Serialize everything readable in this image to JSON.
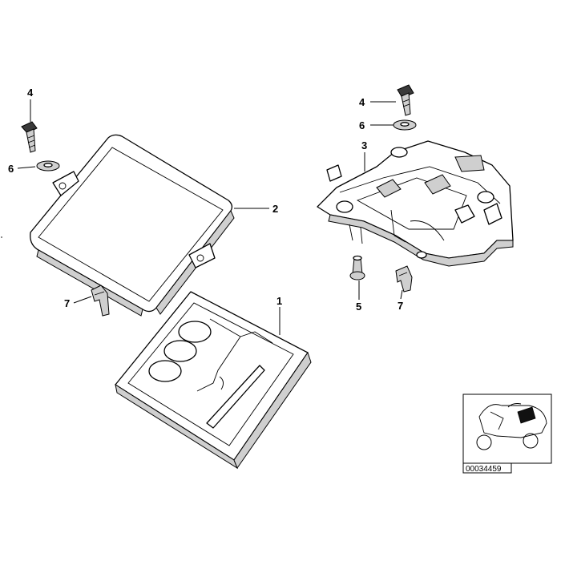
{
  "callouts": [
    {
      "id": "c4a",
      "label": "4"
    },
    {
      "id": "c6a",
      "label": "6"
    },
    {
      "id": "c2",
      "label": "2"
    },
    {
      "id": "c7a",
      "label": "7"
    },
    {
      "id": "c1",
      "label": "1"
    },
    {
      "id": "c4b",
      "label": "4"
    },
    {
      "id": "c6b",
      "label": "6"
    },
    {
      "id": "c3",
      "label": "3"
    },
    {
      "id": "c5",
      "label": "5"
    },
    {
      "id": "c7b",
      "label": "7"
    }
  ],
  "reference_number": "00034459"
}
